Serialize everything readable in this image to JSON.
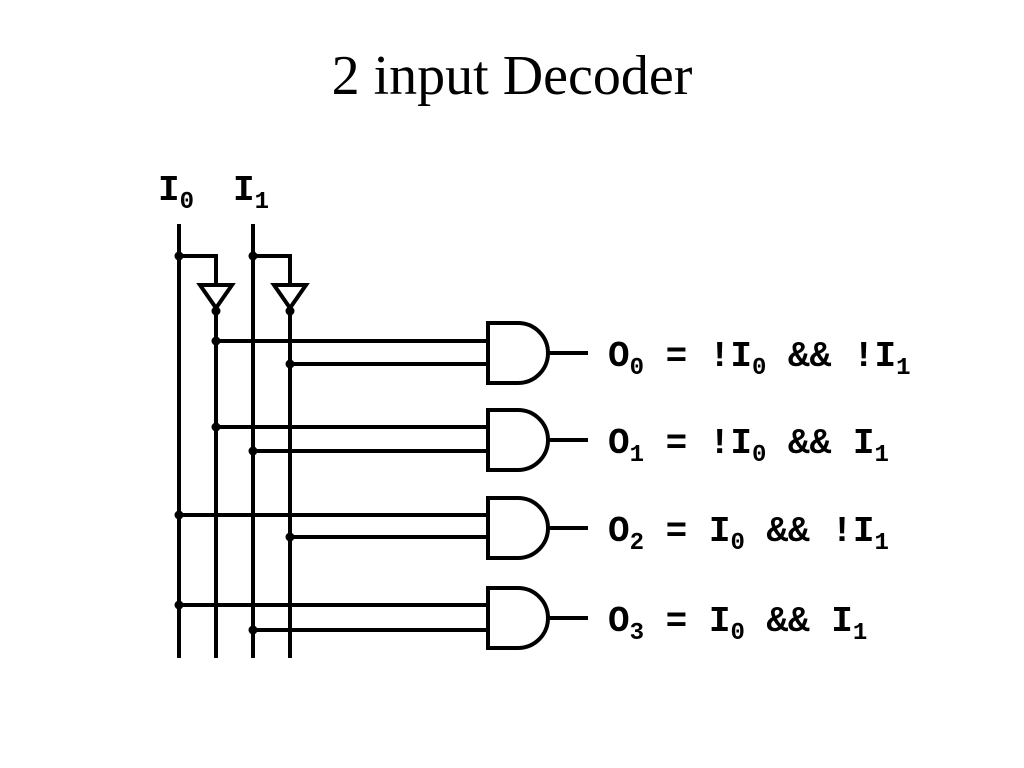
{
  "title": "2 input Decoder",
  "inputs": [
    {
      "base": "I",
      "sub": "0"
    },
    {
      "base": "I",
      "sub": "1"
    }
  ],
  "outputs": [
    {
      "parts": [
        {
          "t": "O"
        },
        {
          "sub": "0"
        },
        {
          "t": " = !I"
        },
        {
          "sub": "0"
        },
        {
          "t": " && !I"
        },
        {
          "sub": "1"
        }
      ]
    },
    {
      "parts": [
        {
          "t": "O"
        },
        {
          "sub": "1"
        },
        {
          "t": " = !I"
        },
        {
          "sub": "0"
        },
        {
          "t": " && I"
        },
        {
          "sub": "1"
        }
      ]
    },
    {
      "parts": [
        {
          "t": "O"
        },
        {
          "sub": "2"
        },
        {
          "t": " = I"
        },
        {
          "sub": "0"
        },
        {
          "t": " && !I"
        },
        {
          "sub": "1"
        }
      ]
    },
    {
      "parts": [
        {
          "t": "O"
        },
        {
          "sub": "3"
        },
        {
          "t": " = I"
        },
        {
          "sub": "0"
        },
        {
          "t": " && I"
        },
        {
          "sub": "1"
        }
      ]
    }
  ],
  "colors": {
    "ink": "#000000",
    "background": "#ffffff"
  }
}
